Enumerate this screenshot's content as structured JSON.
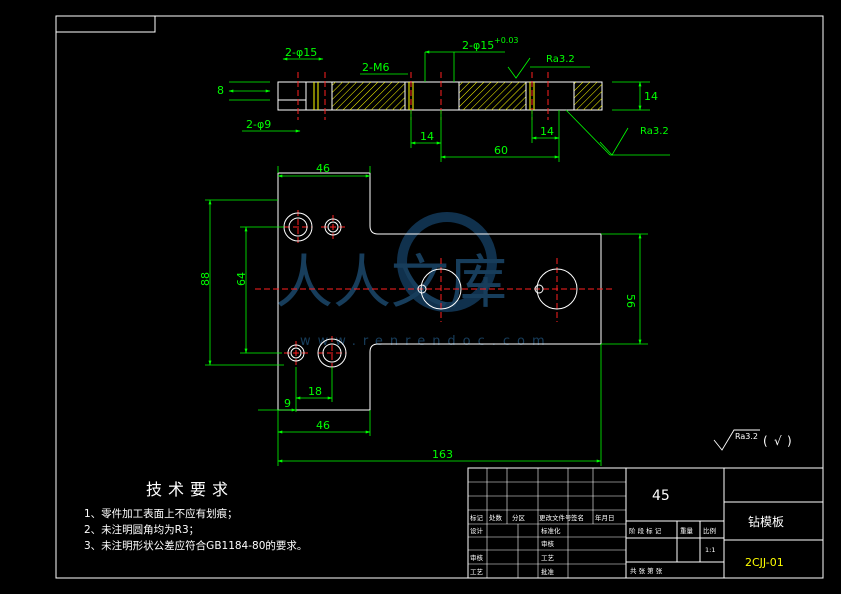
{
  "dimensions": {
    "top_hole_dia": "2-φ15",
    "top_thread": "2-M6",
    "top_hole_tol": "2-φ15",
    "top_tol_sup": "+0.03",
    "roughness_1": "Ra3.2",
    "roughness_2": "Ra3.2",
    "roughness_3": "Ra3.2",
    "thick_left": "8",
    "thick_right": "14",
    "cbore_dia": "2-φ9",
    "gap_a": "14",
    "gap_b": "14",
    "span_60": "60",
    "width_top": "46",
    "height_88": "88",
    "height_64": "64",
    "height_56": "56",
    "dim_9": "9",
    "dim_18": "18",
    "width_bottom": "46",
    "overall_len": "163"
  },
  "roughness_note": {
    "value": "Ra3.2",
    "paren_open": "(",
    "check": "√",
    "paren_close": ")"
  },
  "tech_requirements": {
    "title": "技术要求",
    "items": [
      "1、零件加工表面上不应有划痕；",
      "2、未注明圆角均为R3；",
      "3、未注明形状公差应符合GB1184-80的要求。"
    ]
  },
  "title_block": {
    "material": "45",
    "part_name": "钻模板",
    "drawing_no": "2CJJ-01",
    "col_mark": "标记",
    "col_qty": "处数",
    "col_zone": "分区",
    "col_doc": "更改文件号",
    "col_sign": "签名",
    "col_date": "年月日",
    "row_design": "设计",
    "row_std": "标准化",
    "row_check": "审核",
    "row_process": "工艺",
    "row_review": "审核",
    "row_approve": "批准",
    "lbl_stage": "阶 段 标 记",
    "lbl_weight": "重量",
    "lbl_scale": "比例",
    "scale_value": "1:1",
    "lbl_sheets": "共    张  第    张"
  },
  "watermark": {
    "text": "人人文库",
    "url": "www.renrendoc.com"
  }
}
